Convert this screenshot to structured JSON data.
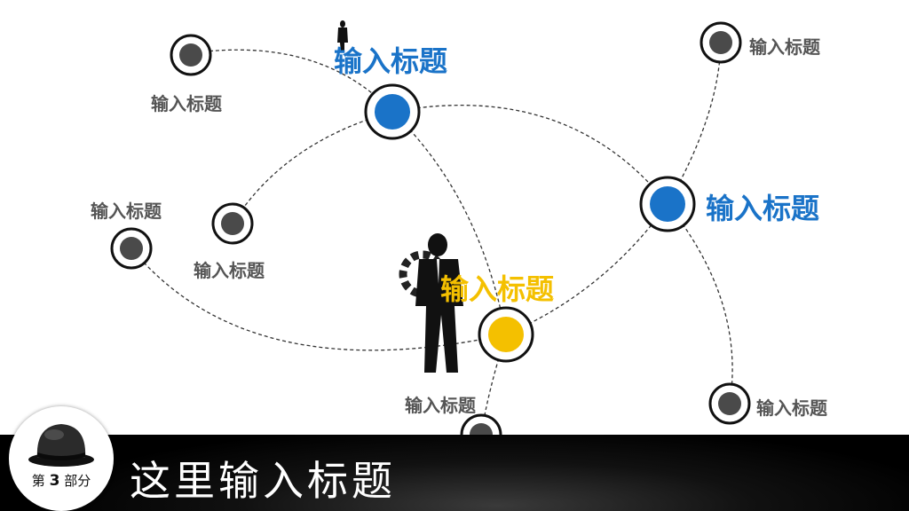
{
  "diagram": {
    "title_small": "输入标题",
    "title_blue_right": "输入标题",
    "title_yellow_center": "输入标题",
    "label_top_left": "输入标题",
    "label_top_right": "输入标题",
    "label_left": "输入标题",
    "label_mid_left": "输入标题",
    "label_bottom_center": "输入标题",
    "label_bottom_right": "输入标题",
    "title_blue_top": "输入标题"
  },
  "footer": {
    "section_prefix": "第",
    "section_number": "3",
    "section_suffix": "部分",
    "title": "这里输入标题"
  },
  "colors": {
    "blue": "#1a73c8",
    "yellow": "#f4c000",
    "gray_node": "#4a4a4a",
    "label_gray": "#555555",
    "footer_bg": "#000000"
  }
}
